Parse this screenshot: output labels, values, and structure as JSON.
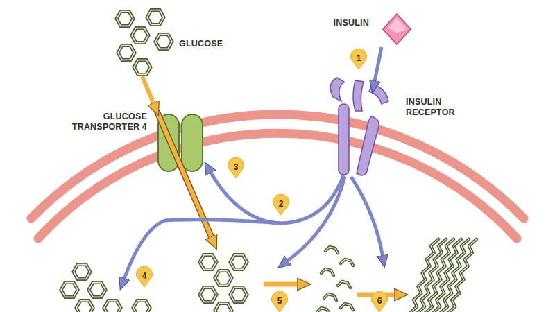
{
  "diagram": {
    "nodes": [
      {
        "text": [
          "GLUCOSE"
        ]
      },
      {
        "text": [
          "INSULIN"
        ]
      },
      {
        "text": [
          "GLUCOSE TRANSPORTER 4"
        ]
      },
      {
        "text": [
          "INSULIN RECEPTOR"
        ]
      }
    ],
    "edges": [
      {
        "from": 0,
        "to": 2,
        "arrow": "to"
      },
      {
        "from": 1,
        "to": 3,
        "arrow": "to"
      },
      {
        "from": 3,
        "to": 2,
        "arrow": "to"
      }
    ],
    "labels": [
      "1",
      "2",
      "3",
      "4",
      "5",
      "6"
    ]
  }
}
